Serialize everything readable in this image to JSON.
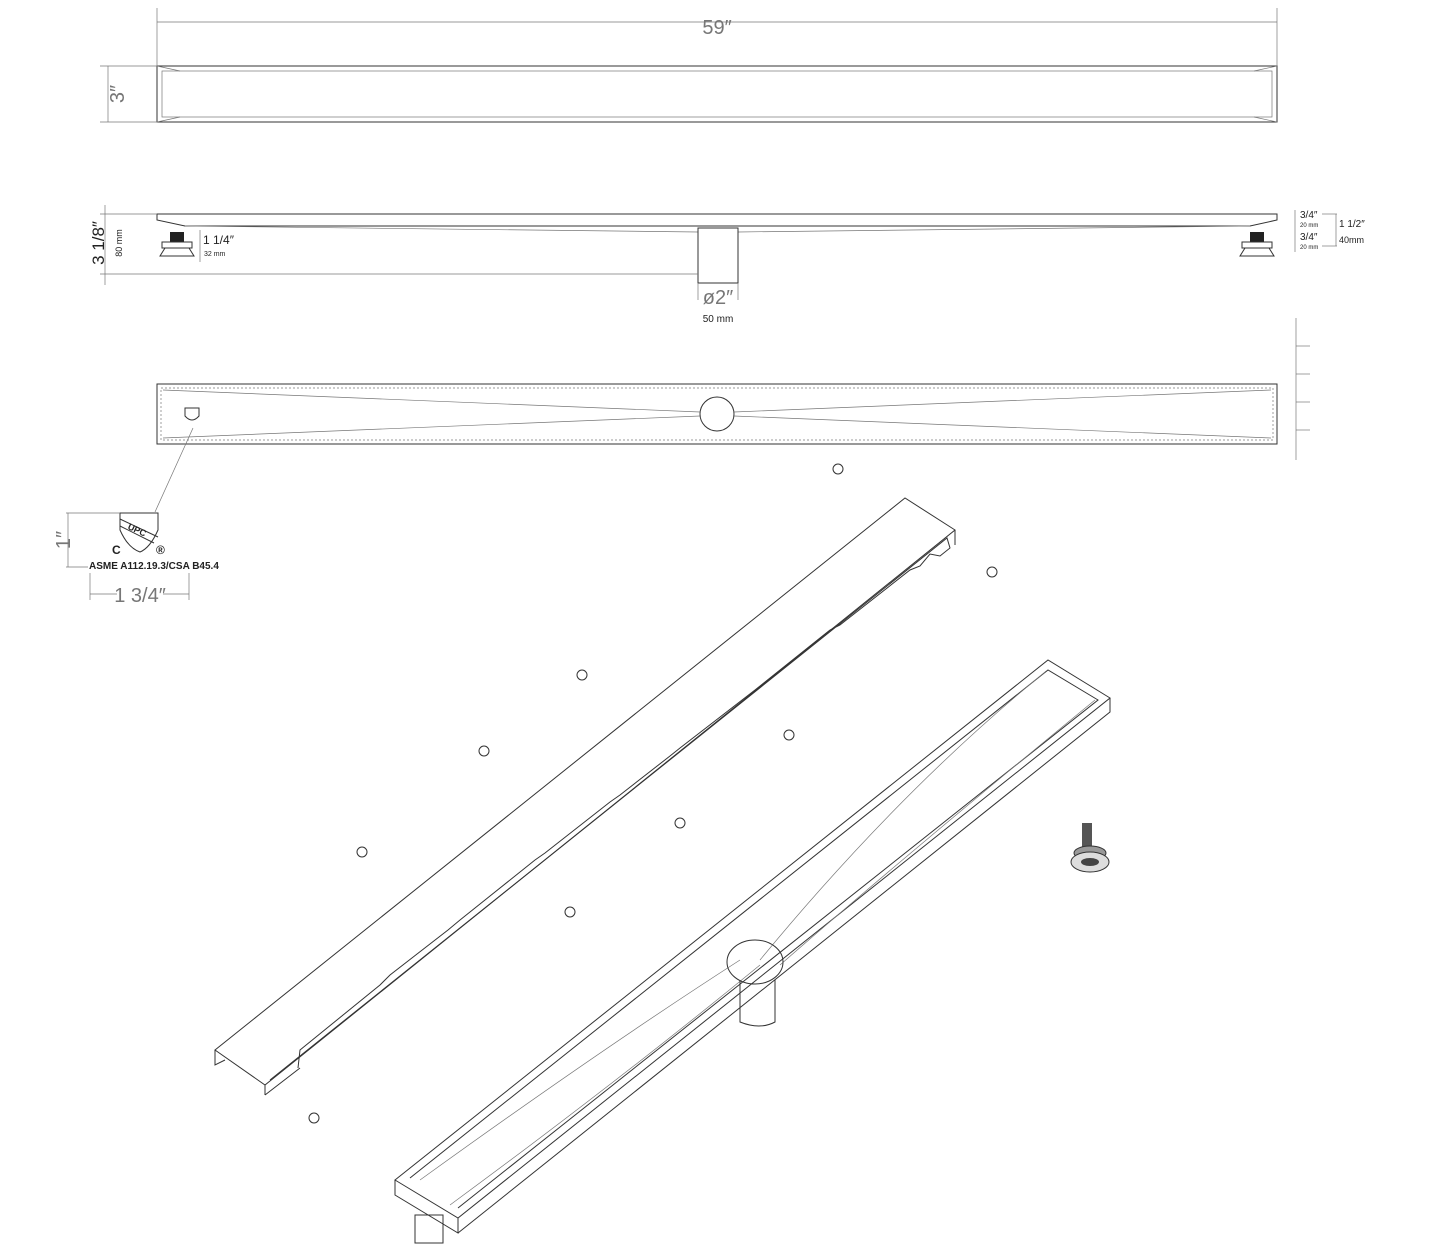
{
  "top_view": {
    "length_label": "59″",
    "width_label": "3″"
  },
  "side_view": {
    "height_label": "3 1/8″",
    "height_mm": "80 mm",
    "foot_label": "1 1/4″",
    "foot_mm": "32 mm",
    "pipe_label": "ø2″",
    "pipe_mm": "50 mm",
    "upper_label": "3/4″",
    "upper_mm": "20 mm",
    "lower_label": "3/4″",
    "lower_mm": "20 mm",
    "total_label": "1 1/2″",
    "total_mm": "40mm"
  },
  "certification": {
    "logo_text": "UPC",
    "c_mark": "C",
    "registered_mark": "®",
    "standard": "ASME A112.19.3/CSA B45.4",
    "height_label": "1″",
    "width_label": "1 3/4″"
  },
  "colors": {
    "line": "#333333",
    "dimension": "#777777",
    "background": "#ffffff"
  }
}
